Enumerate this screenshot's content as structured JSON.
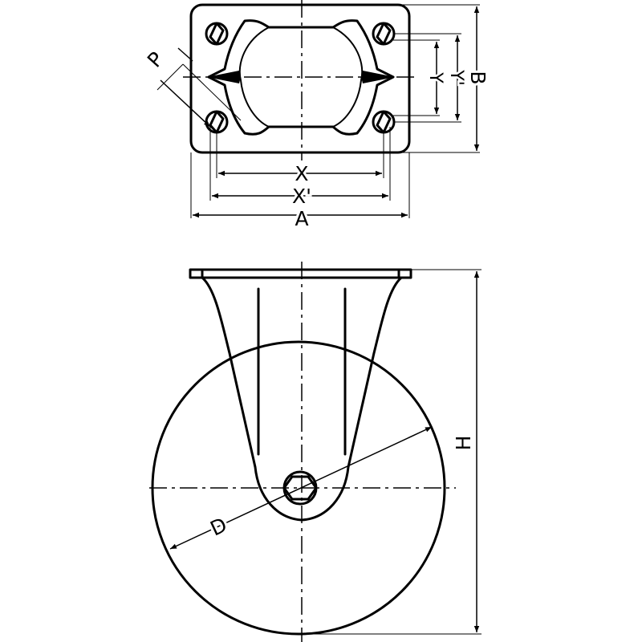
{
  "labels": {
    "p": "P",
    "y": "Y",
    "y_prime": "Y'",
    "b": "B",
    "x": "X",
    "x_prime": "X'",
    "a": "A",
    "h": "H",
    "d": "D"
  },
  "colors": {
    "line": "#000000",
    "background": "#ffffff"
  }
}
